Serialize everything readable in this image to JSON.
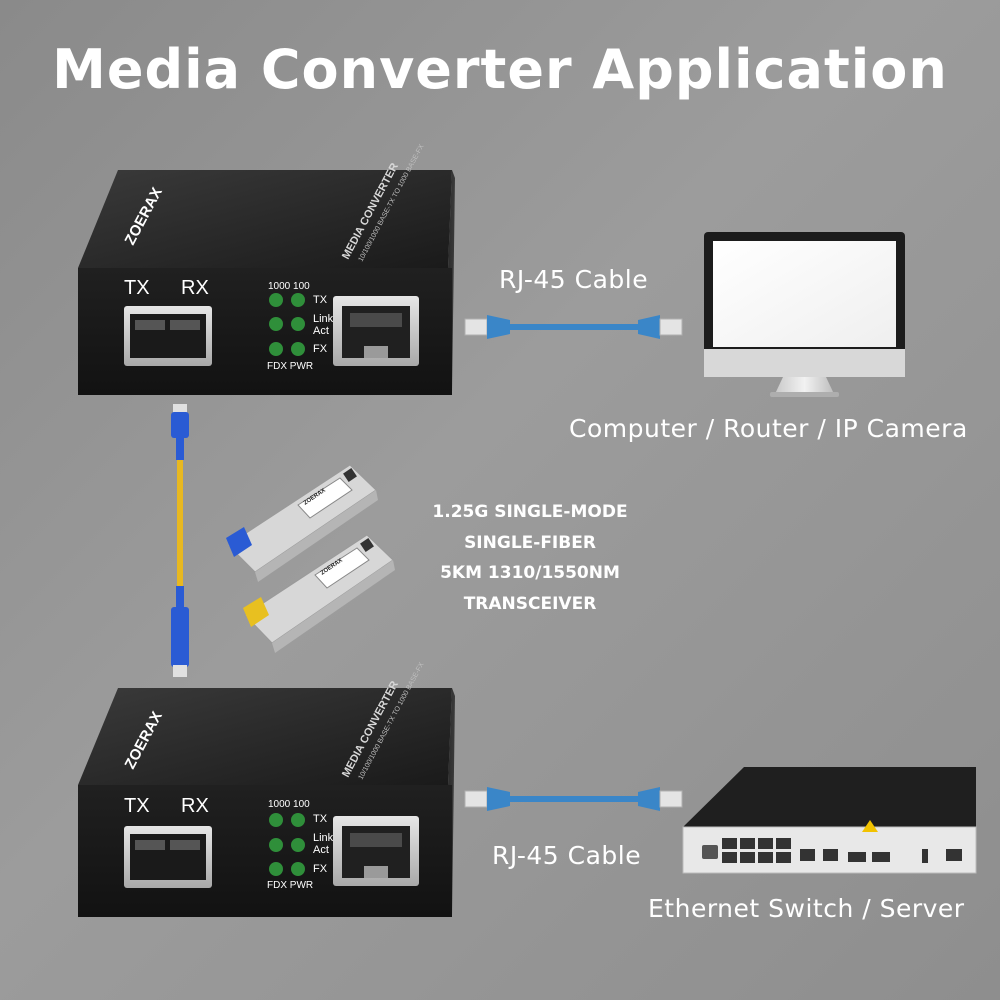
{
  "title": "Media Converter Application",
  "converters": [
    {
      "brand": "ZOERAX",
      "top_text": "MEDIA CONVERTER",
      "top_subtext": "10/100/1000 BASE-TX TO 1000 BASE-FX",
      "tx_label": "TX",
      "rx_label": "RX",
      "led_header": "1000 100",
      "led_labels": [
        "TX",
        "Link",
        "Act",
        "FX"
      ],
      "led_footer": "FDX PWR"
    },
    {
      "brand": "ZOERAX",
      "top_text": "MEDIA CONVERTER",
      "top_subtext": "10/100/1000 BASE-TX TO 1000 BASE-FX",
      "tx_label": "TX",
      "rx_label": "RX",
      "led_header": "1000 100",
      "led_labels": [
        "TX",
        "Link",
        "Act",
        "FX"
      ],
      "led_footer": "FDX PWR"
    }
  ],
  "cable_label_top": "RJ-45 Cable",
  "cable_label_bottom": "RJ-45 Cable",
  "device_top_label": "Computer / Router / IP Camera",
  "device_bottom_label": "Ethernet Switch / Server",
  "transceiver_lines": [
    "1.25G SINGLE-MODE",
    "SINGLE-FIBER",
    "5KM 1310/1550NM",
    "TRANSCEIVER"
  ],
  "sfp_brand": "ZOERAX",
  "colors": {
    "background": "#939393",
    "converter_body": "#1e1e1e",
    "led_green": "#2f8f3a",
    "rj45_cable": "#3a86c8",
    "fiber_cable": "#e8b820",
    "fiber_connector": "#2a5bd4"
  }
}
